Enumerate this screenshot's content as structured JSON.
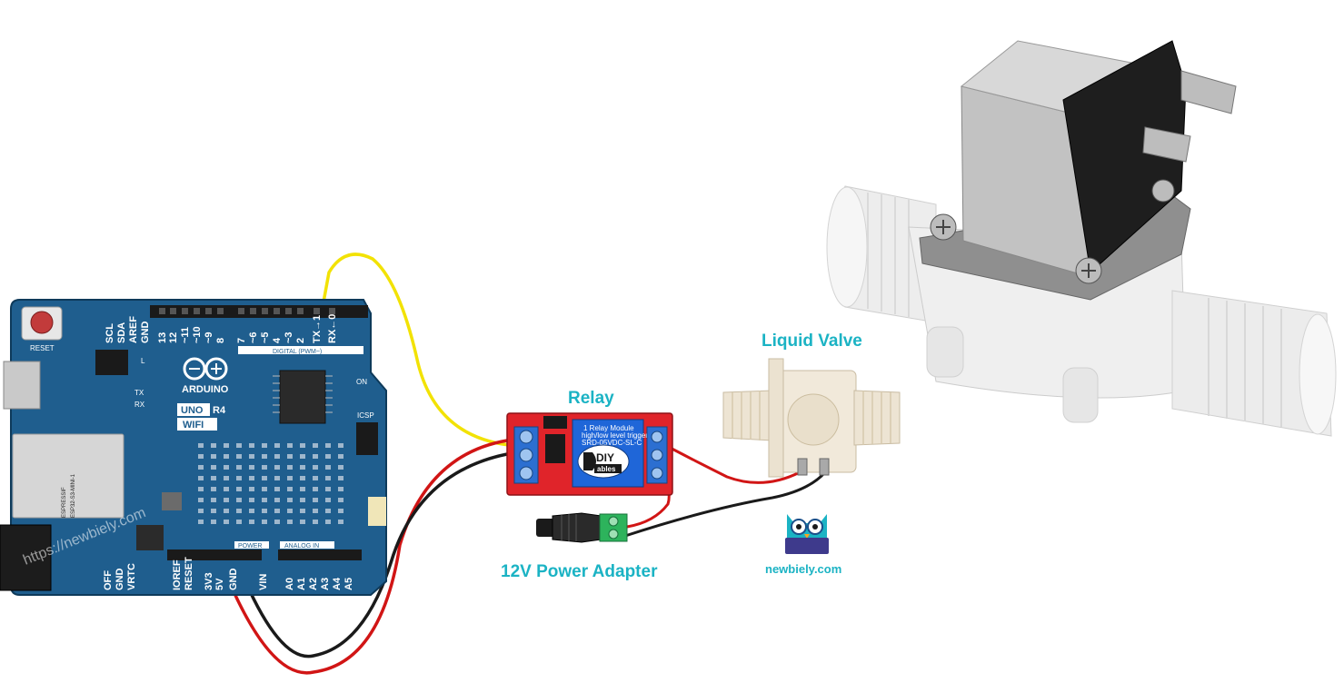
{
  "labels": {
    "relay": "Relay",
    "liquid_valve": "Liquid Valve",
    "power_adapter": "12V Power Adapter",
    "site": "newbiely.com",
    "watermark": "https://newbiely.com"
  },
  "arduino": {
    "brand": "ARDUINO",
    "model_a": "UNO",
    "model_b": "R4",
    "model_c": "WIFI",
    "reset": "RESET",
    "on": "ON",
    "icsp": "ICSP",
    "digital_header": "DIGITAL (PWM~)",
    "power_header": "POWER",
    "analog_header": "ANALOG IN",
    "esp_a": "ESPRESSIF",
    "esp_b": "ESP32-S3-MINI-1",
    "tx": "TX",
    "rx": "RX",
    "l": "L",
    "top_pins": [
      "SCL",
      "SDA",
      "AREF",
      "GND",
      "13",
      "12",
      "~11",
      "~10",
      "~9",
      "8",
      "7",
      "~6",
      "~5",
      "4",
      "~3",
      "2",
      "TX→1",
      "RX←0"
    ],
    "bottom_pins": [
      "OFF",
      "GND",
      "VRTC",
      "IOREF",
      "RESET",
      "3V3",
      "5V",
      "GND",
      "VIN",
      "A0",
      "A1",
      "A2",
      "A3",
      "A4",
      "A5"
    ]
  },
  "relay": {
    "logo": "DIY",
    "logo_sub": "ables",
    "print_a": "1 Relay Module",
    "print_b": "high/low level trigger",
    "print_c": "SRD-05VDC-SL-C"
  },
  "colors": {
    "board": "#1f5e8e",
    "relay_pcb": "#e0242a",
    "wire_signal": "#f2e205",
    "wire_power": "#d11515",
    "wire_ground": "#1a1a1a",
    "label": "#1bb3c4"
  }
}
